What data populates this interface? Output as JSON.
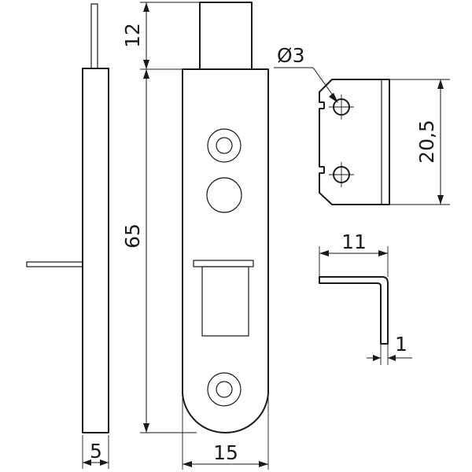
{
  "dimensions": {
    "bolt_extension": "12",
    "body_length": "65",
    "thickness": "5",
    "width": "15",
    "hole_diameter": "Ø3",
    "bracket_height": "20,5",
    "bracket_width": "11",
    "sheet_thickness": "1"
  }
}
